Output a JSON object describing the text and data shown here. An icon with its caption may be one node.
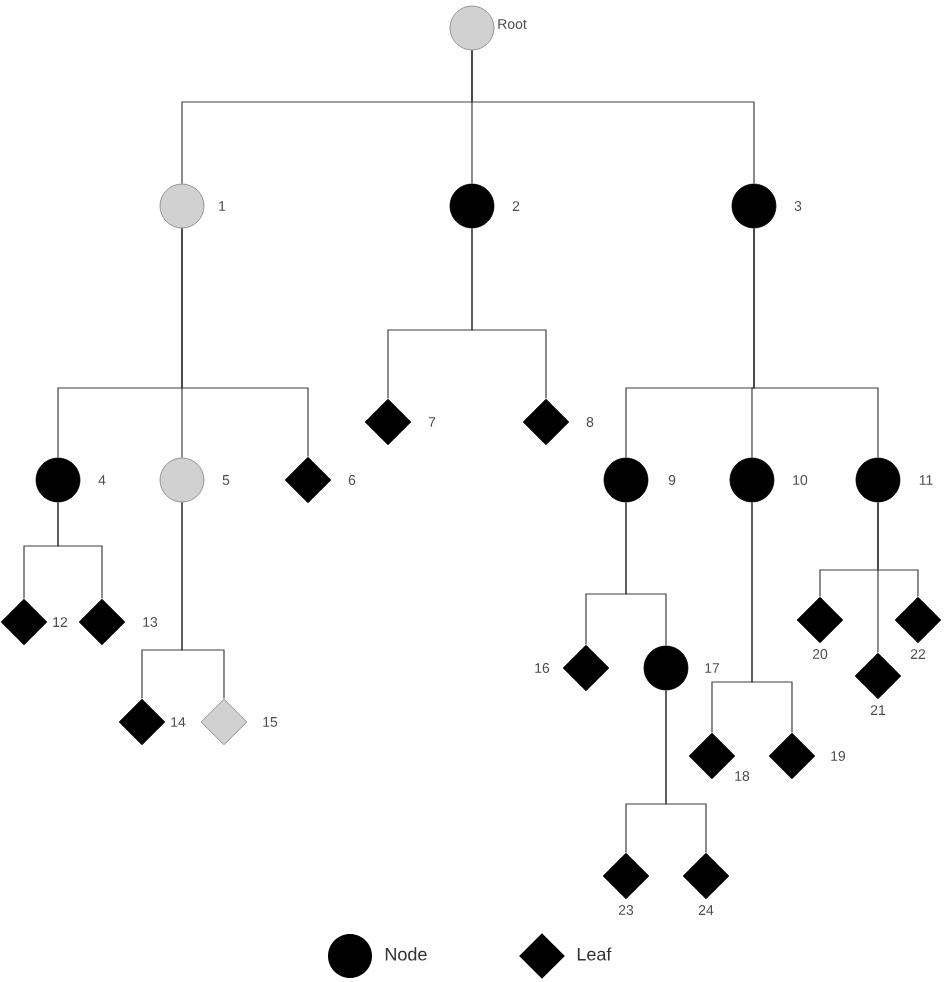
{
  "diagram": {
    "nodes": [
      {
        "text": [],
        "shape": "circle",
        "beside": [
          "Root"
        ]
      },
      {
        "text": [],
        "shape": "circle",
        "beside": [
          "1"
        ]
      },
      {
        "text": [],
        "shape": "circle",
        "beside": [
          "2"
        ]
      },
      {
        "text": [],
        "shape": "circle",
        "beside": [
          "3"
        ]
      },
      {
        "text": [],
        "shape": "circle",
        "beside": [
          "4"
        ]
      },
      {
        "text": [],
        "shape": "circle",
        "beside": [
          "5"
        ]
      },
      {
        "text": [],
        "shape": "diamond",
        "beside": [
          "6"
        ]
      },
      {
        "text": [],
        "shape": "diamond",
        "beside": [
          "7"
        ]
      },
      {
        "text": [],
        "shape": "diamond",
        "beside": [
          "8"
        ]
      },
      {
        "text": [],
        "shape": "circle",
        "beside": [
          "9"
        ]
      },
      {
        "text": [],
        "shape": "circle",
        "beside": [
          "10"
        ]
      },
      {
        "text": [],
        "shape": "circle",
        "beside": [
          "11"
        ]
      },
      {
        "text": [],
        "shape": "diamond",
        "beside": [
          "12"
        ]
      },
      {
        "text": [],
        "shape": "diamond",
        "beside": [
          "13"
        ]
      },
      {
        "text": [],
        "shape": "diamond",
        "beside": [
          "14"
        ]
      },
      {
        "text": [],
        "shape": "diamond",
        "beside": [
          "15"
        ]
      },
      {
        "text": [],
        "shape": "diamond",
        "beside": [
          "16"
        ]
      },
      {
        "text": [],
        "shape": "circle",
        "beside": [
          "17"
        ]
      },
      {
        "text": [],
        "shape": "diamond",
        "beside": [
          "18"
        ]
      },
      {
        "text": [],
        "shape": "diamond",
        "beside": [
          "19"
        ]
      },
      {
        "text": [],
        "shape": "diamond",
        "beside": [
          "20"
        ]
      },
      {
        "text": [],
        "shape": "diamond",
        "beside": [
          "21"
        ]
      },
      {
        "text": [],
        "shape": "diamond",
        "beside": [
          "22"
        ]
      },
      {
        "text": [],
        "shape": "diamond",
        "beside": [
          "23"
        ]
      },
      {
        "text": [],
        "shape": "diamond",
        "beside": [
          "24"
        ]
      }
    ],
    "edges": [
      {
        "from": 0,
        "to": 1,
        "arrow": "none"
      },
      {
        "from": 0,
        "to": 2,
        "arrow": "none"
      },
      {
        "from": 0,
        "to": 3,
        "arrow": "none"
      },
      {
        "from": 1,
        "to": 4,
        "arrow": "none"
      },
      {
        "from": 1,
        "to": 5,
        "arrow": "none"
      },
      {
        "from": 1,
        "to": 6,
        "arrow": "none"
      },
      {
        "from": 2,
        "to": 7,
        "arrow": "none"
      },
      {
        "from": 2,
        "to": 8,
        "arrow": "none"
      },
      {
        "from": 3,
        "to": 9,
        "arrow": "none"
      },
      {
        "from": 3,
        "to": 10,
        "arrow": "none"
      },
      {
        "from": 3,
        "to": 11,
        "arrow": "none"
      },
      {
        "from": 4,
        "to": 12,
        "arrow": "none"
      },
      {
        "from": 4,
        "to": 13,
        "arrow": "none"
      },
      {
        "from": 5,
        "to": 14,
        "arrow": "none"
      },
      {
        "from": 5,
        "to": 15,
        "arrow": "none"
      },
      {
        "from": 9,
        "to": 16,
        "arrow": "none"
      },
      {
        "from": 9,
        "to": 17,
        "arrow": "none"
      },
      {
        "from": 10,
        "to": 18,
        "arrow": "none"
      },
      {
        "from": 10,
        "to": 19,
        "arrow": "none"
      },
      {
        "from": 11,
        "to": 20,
        "arrow": "none"
      },
      {
        "from": 11,
        "to": 21,
        "arrow": "none"
      },
      {
        "from": 11,
        "to": 22,
        "arrow": "none"
      },
      {
        "from": 17,
        "to": 23,
        "arrow": "none"
      },
      {
        "from": 17,
        "to": 24,
        "arrow": "none"
      }
    ],
    "legend": [
      {
        "text": "Node"
      },
      {
        "text": "Leaf"
      }
    ]
  }
}
